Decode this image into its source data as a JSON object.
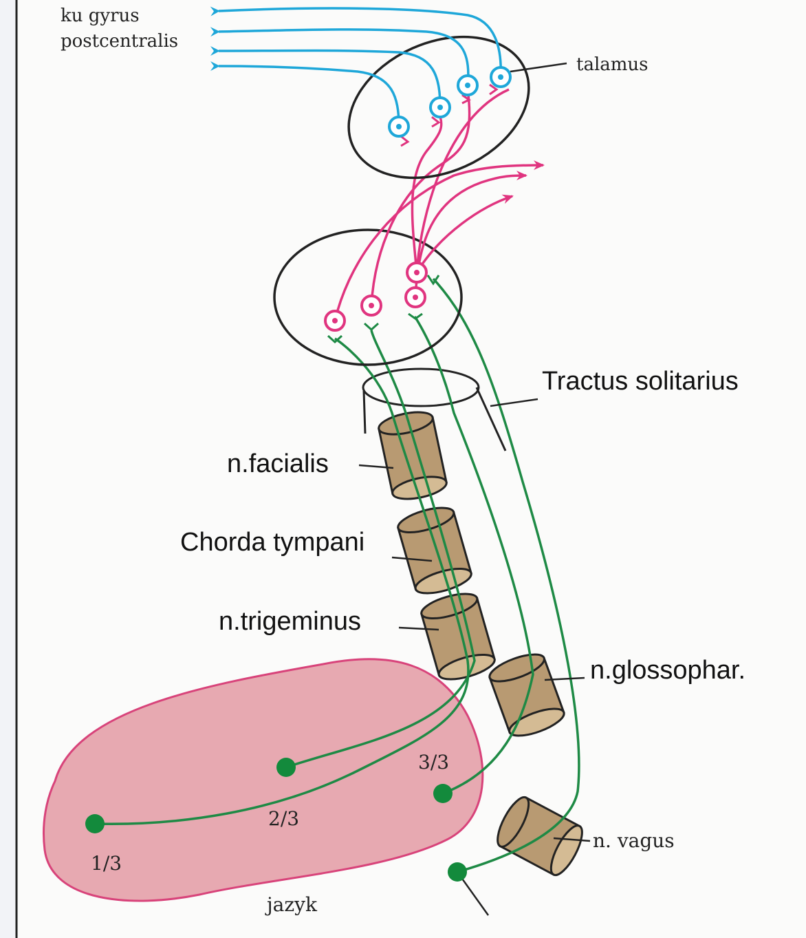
{
  "labels": {
    "cortex_line1": "ku gyrus",
    "cortex_line2": "postcentralis",
    "thalamus": "talamus",
    "tractus": "Tractus solitarius",
    "facialis": "n.facialis",
    "chorda": "Chorda tympani",
    "trigeminus": "n.trigeminus",
    "glossophar": "n.glossophar.",
    "vagus": "n. vagus",
    "third_1": "1/3",
    "third_2": "2/3",
    "third_3": "3/3",
    "tongue": "jazyk"
  },
  "colors": {
    "thalamic_neuron": "#1ea7d9",
    "nucleus_neuron": "#e0347f",
    "afferent_fiber": "#1e8a45",
    "receptor": "#138a3c",
    "nerve_sheath": "#b89a72",
    "tongue_fill": "#e7a9b1",
    "tongue_outline": "#d8437a"
  },
  "icons": {
    "thalamic_neuron": "circled-dot-icon",
    "nucleus_neuron": "circled-dot-icon",
    "nerve": "cylinder-icon",
    "receptor": "filled-circle-icon"
  }
}
